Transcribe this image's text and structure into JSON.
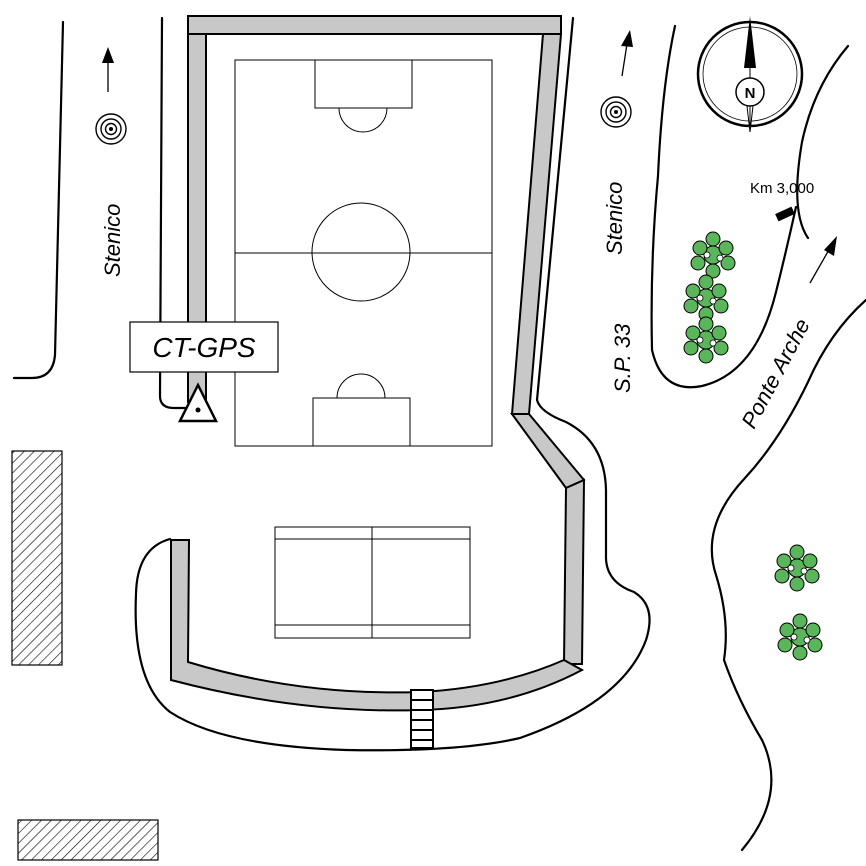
{
  "map": {
    "road_labels": {
      "stenico_west": "Stenico",
      "stenico_east": "Stenico",
      "road_number": "S.P. 33",
      "ponte_arche": "Ponte Arche"
    },
    "kilometer_marker": "Km 3,000",
    "station_label": "CT-GPS",
    "north_symbol": "N",
    "icons": [
      "north-arrow-compass-icon",
      "direction-arrow-icon",
      "target-marker-icon",
      "gps-station-triangle-icon",
      "tree-icon",
      "building-hatch-icon",
      "stairs-icon"
    ],
    "colors": {
      "wall": "#c8c8c8",
      "tree": "#5bb65b",
      "line": "#000000"
    }
  }
}
